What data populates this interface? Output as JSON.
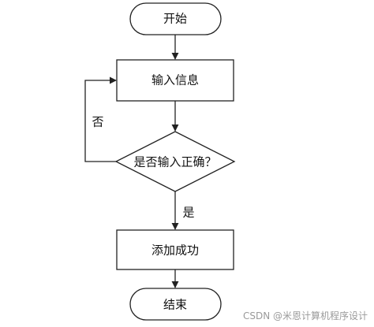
{
  "nodes": {
    "start": "开始",
    "input": "输入信息",
    "decision": "是否输入正确？",
    "add": "添加成功",
    "end": "结束"
  },
  "edges": {
    "no": "否",
    "yes": "是"
  },
  "watermark": "CSDN @米恩计算机程序设计"
}
